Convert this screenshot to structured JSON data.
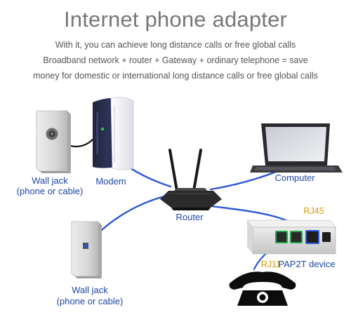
{
  "header": {
    "title": "Internet phone adapter",
    "subtitle_line1": "With it, you can achieve long distance calls or free global calls",
    "subtitle_line2": "Broadband network + router + Gateway + ordinary telephone = save",
    "subtitle_line3": "money for domestic or international long distance calls or free global calls"
  },
  "labels": {
    "wall_jack_top_line1": "Wall jack",
    "wall_jack_top_line2": "(phone or cable)",
    "modem": "Modem",
    "computer": "Computer",
    "router": "Router",
    "rj45": "RJ45",
    "rj11": "RJ11",
    "pap2t": "PAP2T device",
    "wall_jack_bottom_line1": "Wall jack",
    "wall_jack_bottom_line2": "(phone or cable)"
  },
  "colors": {
    "cable_blue": "#2a55d6",
    "label_blue": "#1f47a6",
    "rj_label": "#d79a0a",
    "rj45_port": "#2d5bd8",
    "rj11_port": "#1ea94a"
  },
  "icons": [
    "wall-jack-icon",
    "modem-icon",
    "router-icon",
    "laptop-icon",
    "gateway-device-icon",
    "telephone-icon"
  ]
}
